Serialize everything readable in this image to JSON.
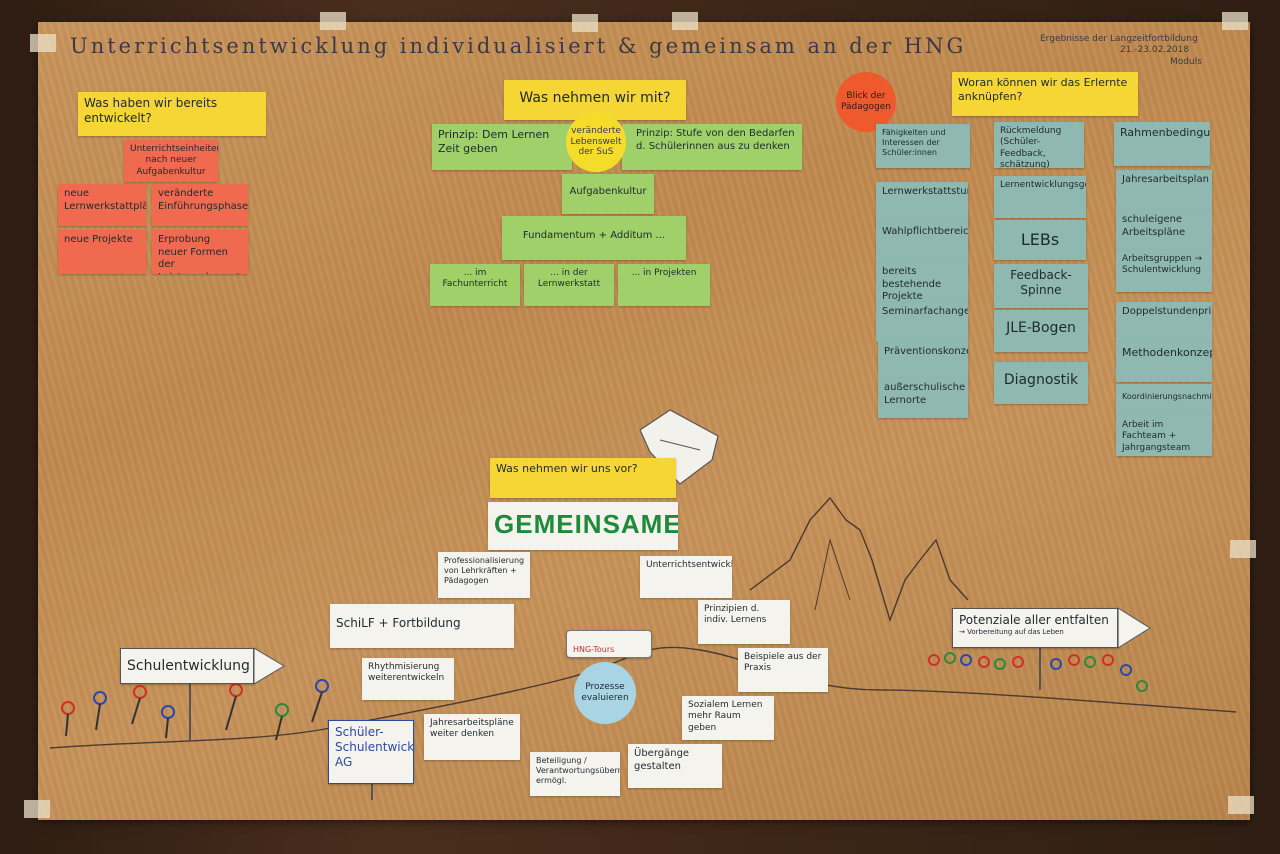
{
  "title": "Unterrichtsentwicklung individualisiert & gemeinsam an der HNG",
  "top_right": {
    "line1": "Ergebnisse der Langzeitfortbildung",
    "line2": "21.-23.02.2018",
    "line3": "Moduls"
  },
  "left": {
    "heading": "Was haben wir bereits entwickelt?",
    "items": [
      "Unterrichtseinheiten nach neuer Aufgabenkultur",
      "neue Lernwerkstattpläne",
      "veränderte Einführungsphase",
      "neue Projekte",
      "Erprobung neuer Formen der Leistungsbewertung"
    ]
  },
  "middle": {
    "heading": "Was nehmen wir mit?",
    "left_principle": "Prinzip: Dem Lernen Zeit geben",
    "circle": "veränderte Lebenswelt der SuS",
    "right_principle": "Prinzip: Stufe von den Bedarfen d. Schülerinnen aus zu denken",
    "aufgabenkultur": "Aufgabenkultur",
    "fundamentum": "Fundamentum + Additum ...",
    "row": [
      "... im Fachunterricht",
      "... in der Lernwerkstatt",
      "... in Projekten"
    ]
  },
  "right": {
    "circle": "Blick der Pädagogen",
    "heading": "Woran können wir das Erlernte anknüpfen?",
    "col1_head": "Fähigkeiten und Interessen der Schüler:innen",
    "col1": [
      "Lernwerkstattstunden",
      "Wahlpflichtbereich",
      "bereits bestehende Projekte",
      "Seminarfachangebot",
      "Präventionskonzept",
      "außerschulische Lernorte"
    ],
    "col2_head": "Rückmeldung (Schüler-Feedback, schätzung)",
    "col2": [
      "Lernentwicklungsgespräche",
      "LEBs",
      "Feedback-Spinne",
      "JLE-Bogen",
      "Diagnostik"
    ],
    "col3_head": "Rahmenbedingungen",
    "col3": [
      "Jahresarbeitsplan",
      "schuleigene Arbeitspläne",
      "Arbeitsgruppen → Schulentwicklung",
      "Doppelstundenprinzip",
      "Methodenkonzept",
      "Koordinierungsnachmittag",
      "Arbeit im Fachteam + Jahrgangsteam"
    ]
  },
  "bottom": {
    "question": "Was nehmen wir uns vor?",
    "gemeinsam": "GEMEINSAME",
    "signpost_left": "Schulentwicklung",
    "signpost_right": "Potenziale aller entfalten",
    "signpost_right_sub": "→ Vorbereitung auf das Leben",
    "bus_label": "HNG-Tours",
    "prozesse": "Prozesse evaluieren",
    "cards": [
      "Professionalisierung von Lehrkräften + Pädagogen",
      "Unterrichtsentwicklung",
      "SchiLF + Fortbildung",
      "Prinzipien d. indiv. Lernens",
      "Beispiele aus der Praxis",
      "Rhythmisierung weiterentwickeln",
      "Schüler-Schulentwicklungs-AG",
      "Jahresarbeitspläne weiter denken",
      "Sozialem Lernen mehr Raum geben",
      "Beteiligung / Verantwortungsübernahme ermögl.",
      "Übergänge gestalten"
    ]
  }
}
